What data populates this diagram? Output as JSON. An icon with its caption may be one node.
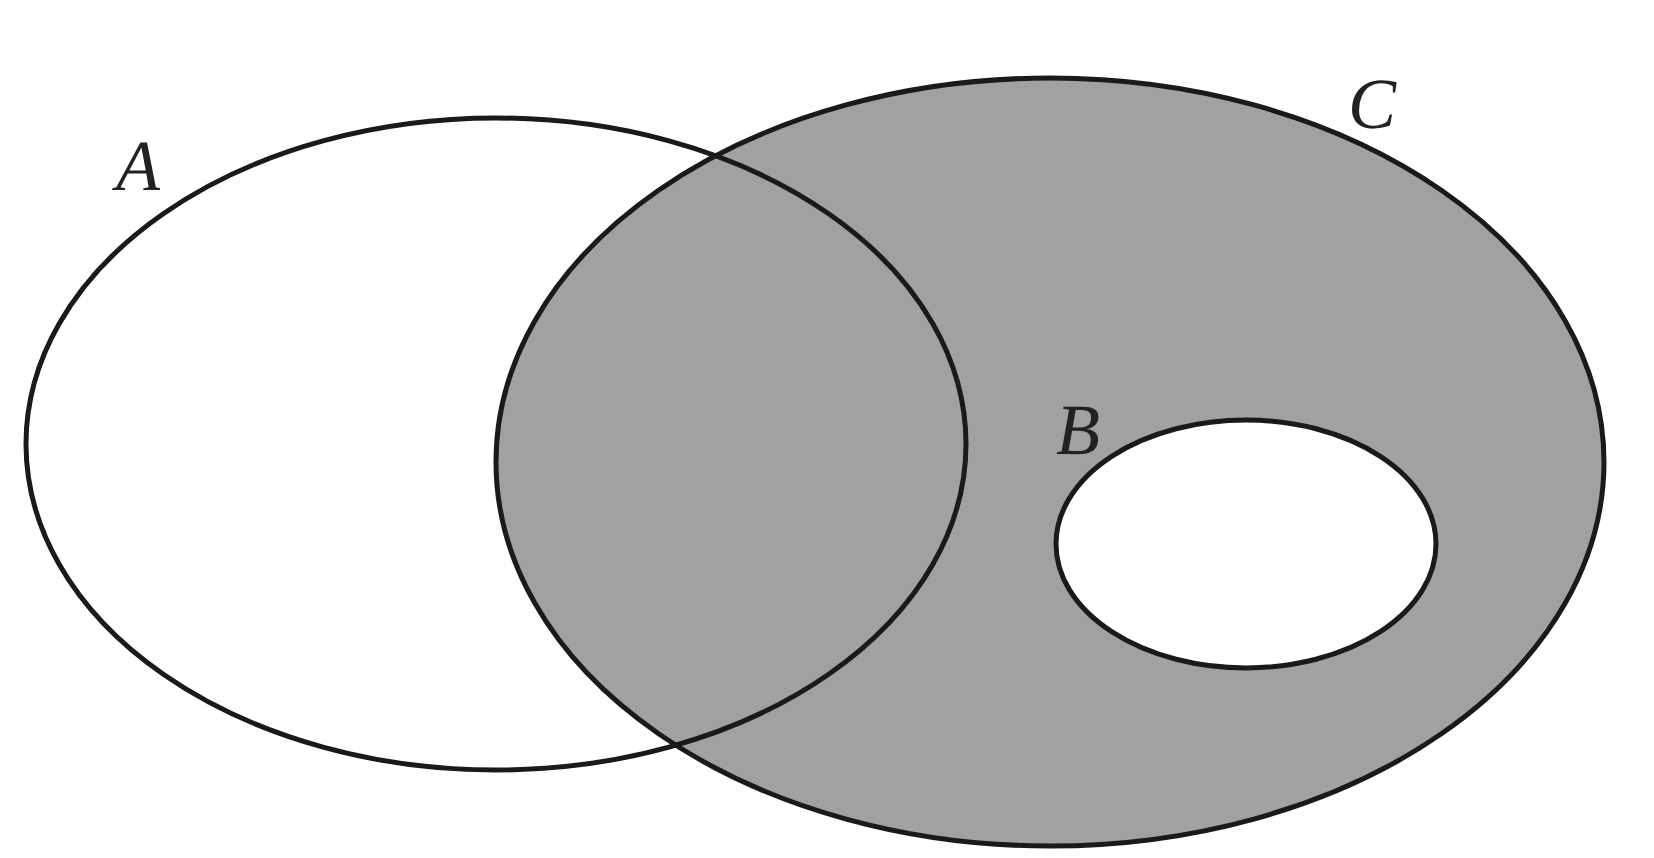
{
  "diagram": {
    "nodes": [
      {
        "text": [
          "A"
        ]
      },
      {
        "text": [
          "C"
        ]
      },
      {
        "text": [
          "B"
        ],
        "in": 1
      }
    ]
  }
}
